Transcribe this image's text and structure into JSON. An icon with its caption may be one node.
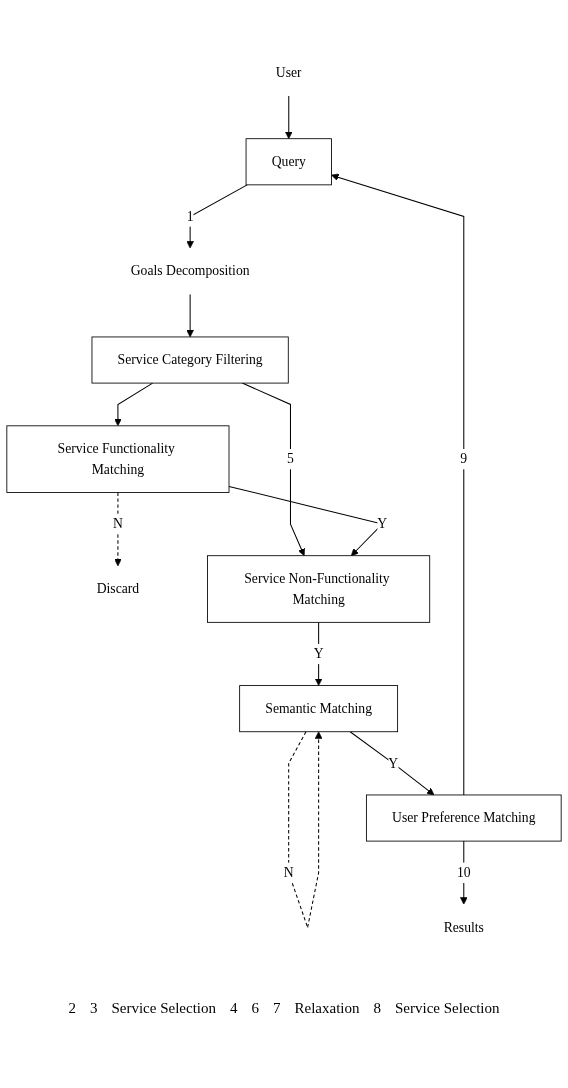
{
  "diagram": {
    "nodes": [
      {
        "text": [
          "User"
        ]
      },
      {
        "text": [
          "Query"
        ]
      },
      {
        "text": [
          "Goals Decomposition"
        ]
      },
      {
        "text": [
          "Service Category Filtering"
        ]
      },
      {
        "text": [
          "Service Functionality Matching"
        ]
      },
      {
        "text": [
          "Discard"
        ]
      },
      {
        "text": [
          "Service Non-Functionality Matching"
        ]
      },
      {
        "text": [
          "Semantic Matching"
        ]
      },
      {
        "text": [
          "User Preference Matching"
        ]
      },
      {
        "text": [
          "Results"
        ]
      }
    ],
    "edges": [
      {
        "from": 0,
        "to": 1,
        "arrow": "to"
      },
      {
        "from": 1,
        "to": 2,
        "arrow": "to",
        "label": "1"
      },
      {
        "from": 2,
        "to": 3,
        "arrow": "to"
      },
      {
        "from": 3,
        "to": 4,
        "arrow": "to"
      },
      {
        "from": 3,
        "to": 6,
        "arrow": "to",
        "label": "5"
      },
      {
        "from": 4,
        "to": 5,
        "arrow": "to",
        "label": "N",
        "style": "dashed"
      },
      {
        "from": 4,
        "to": 6,
        "arrow": "to",
        "label": "Y"
      },
      {
        "from": 6,
        "to": 7,
        "arrow": "to",
        "label": "Y"
      },
      {
        "from": 7,
        "to": 7,
        "arrow": "to",
        "label": "N",
        "style": "dashed"
      },
      {
        "from": 7,
        "to": 8,
        "arrow": "to",
        "label": "Y"
      },
      {
        "from": 8,
        "to": 1,
        "arrow": "to",
        "label": "9"
      },
      {
        "from": 8,
        "to": 9,
        "arrow": "to",
        "label": "10"
      }
    ],
    "labels": [
      "2",
      "3",
      "Service Selection",
      "4",
      "6",
      "7",
      "Relaxation",
      "8",
      "Service Selection"
    ]
  }
}
